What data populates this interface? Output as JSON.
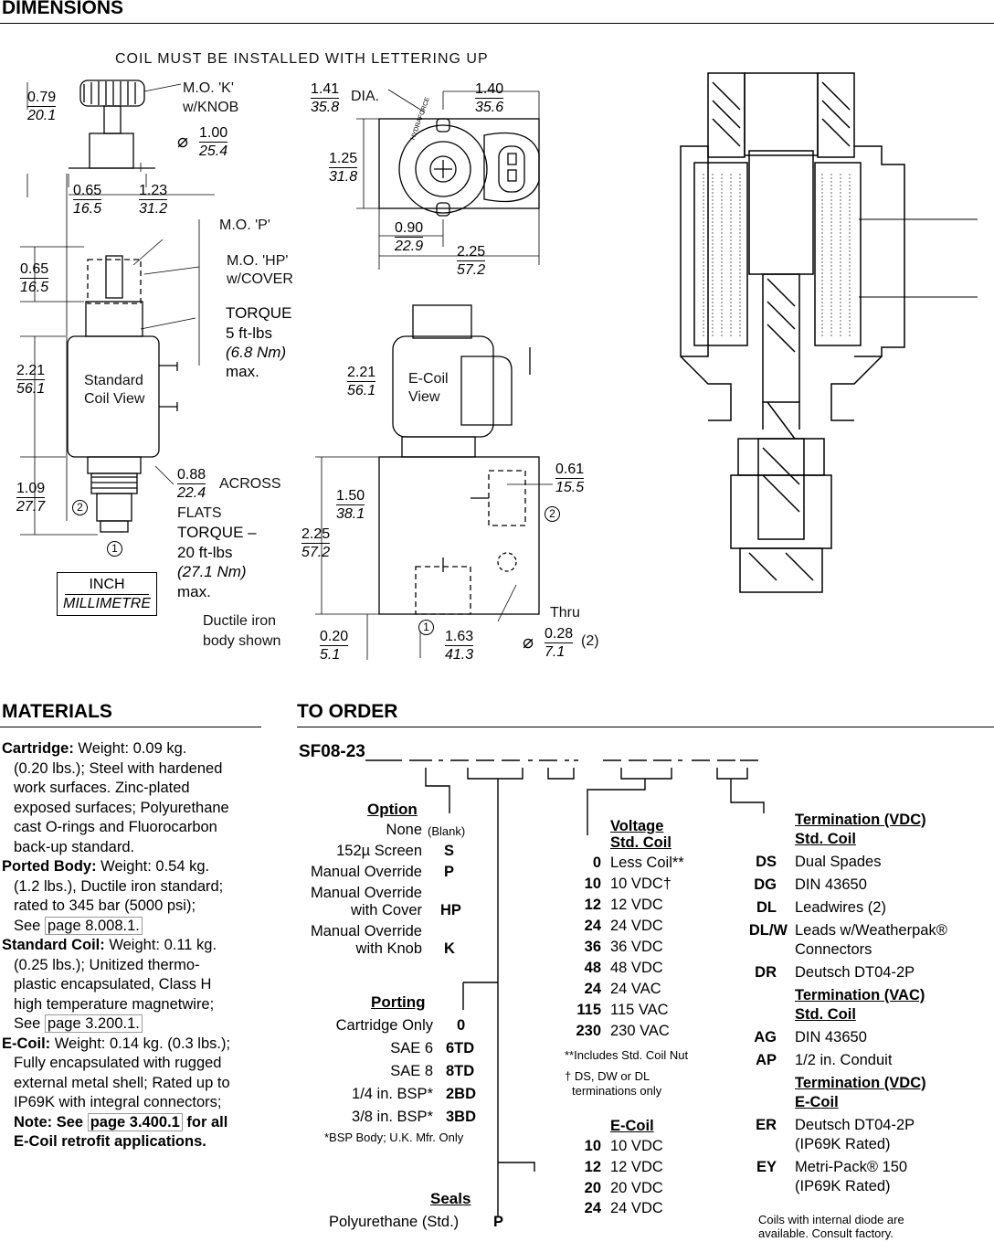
{
  "dimensions": {
    "title": "DIMENSIONS",
    "note": "COIL MUST BE INSTALLED WITH LETTERING UP",
    "d079": [
      "0.79",
      "20.1"
    ],
    "knob": [
      "M.O. 'K'",
      "w/KNOB"
    ],
    "d100": [
      "⌀",
      "1.00",
      "25.4"
    ],
    "d065a": [
      "0.65",
      "16.5"
    ],
    "d123": [
      "1.23",
      "31.2"
    ],
    "mop": "M.O. 'P'",
    "d065b": [
      "0.65",
      "16.5"
    ],
    "mohp": [
      "M.O. 'HP'",
      "w/COVER"
    ],
    "torque1": [
      "TORQUE",
      "5 ft-lbs",
      "(6.8 Nm)",
      "max."
    ],
    "stdcoil": [
      "Standard",
      "Coil View"
    ],
    "d221a": [
      "2.21",
      "56.1"
    ],
    "d088": [
      "0.88",
      "22.4"
    ],
    "across": "ACROSS",
    "flats": "FLATS",
    "torque2": [
      "TORQUE –",
      "20 ft-lbs",
      "(27.1 Nm)",
      "max."
    ],
    "d109": [
      "1.09",
      "27.7"
    ],
    "units": [
      "INCH",
      "MILLIMETRE"
    ],
    "ductile": [
      "Ductile iron",
      "body shown"
    ],
    "d141": [
      "1.41",
      "35.8"
    ],
    "dia": "DIA.",
    "d140": [
      "1.40",
      "35.6"
    ],
    "d125": [
      "1.25",
      "31.8"
    ],
    "d090": [
      "0.90",
      "22.9"
    ],
    "d225a": [
      "2.25",
      "57.2"
    ],
    "ecoil": [
      "E-Coil",
      "View"
    ],
    "d221b": [
      "2.21",
      "56.1"
    ],
    "d150": [
      "1.50",
      "38.1"
    ],
    "d225b": [
      "2.25",
      "57.2"
    ],
    "d061": [
      "0.61",
      "15.5"
    ],
    "thru": "Thru",
    "d028": [
      "0.28",
      "7.1"
    ],
    "d028q": "(2)",
    "d020": [
      "0.20",
      "5.1"
    ],
    "d163": [
      "1.63",
      "41.3"
    ],
    "port1": "1",
    "port2": "2",
    "brand": "HYDRAFORCE"
  },
  "materials": {
    "title": "MATERIALS",
    "lines": [
      {
        "head": "Cartridge:",
        "text": " Weight: 0.09 kg."
      },
      {
        "text": "(0.20 lbs.); Steel with hardened"
      },
      {
        "text": "work surfaces. Zinc-plated"
      },
      {
        "text": "exposed surfaces; Polyurethane"
      },
      {
        "text": "cast O-rings and Fluorocarbon"
      },
      {
        "text": "back-up standard."
      },
      {
        "head": "Ported Body:",
        "text": " Weight: 0.54 kg."
      },
      {
        "text": "(1.2 lbs.), Ductile iron standard;"
      },
      {
        "text": "rated to 345 bar (5000 psi);"
      },
      {
        "text": "See ",
        "link": "page 8.008.1."
      },
      {
        "head": "Standard Coil:",
        "text": " Weight: 0.11 kg."
      },
      {
        "text": "(0.25 lbs.); Unitized thermo-"
      },
      {
        "text": "plastic encapsulated, Class H"
      },
      {
        "text": "high temperature magnetwire;"
      },
      {
        "text": "See ",
        "link": "page 3.200.1."
      },
      {
        "head": "E-Coil:",
        "text": " Weight: 0.14 kg. (0.3 lbs.);"
      },
      {
        "text": "Fully encapsulated with rugged"
      },
      {
        "text": "external metal shell; Rated up to"
      },
      {
        "text": "IP69K with integral connectors;"
      },
      {
        "bold": "Note: See ",
        "link": "page 3.400.1",
        "after": " for all"
      },
      {
        "bold": "E-Coil retrofit applications."
      }
    ]
  },
  "order": {
    "title": "TO ORDER",
    "model": "SF08-23",
    "option": {
      "header": "Option",
      "rows": [
        {
          "label": "None",
          "note": "(Blank)",
          "code": ""
        },
        {
          "label": "152µ Screen",
          "code": "S"
        },
        {
          "label": "Manual Override",
          "code": "P"
        },
        {
          "label": "Manual Override",
          "label2": "with Cover",
          "code": "HP"
        },
        {
          "label": "Manual Override",
          "label2": "with Knob",
          "code": "K"
        }
      ]
    },
    "porting": {
      "header": "Porting",
      "rows": [
        {
          "label": "Cartridge Only",
          "code": "0"
        },
        {
          "label": "SAE 6",
          "code": "6TD"
        },
        {
          "label": "SAE 8",
          "code": "8TD"
        },
        {
          "label": "1/4 in. BSP*",
          "code": "2BD"
        },
        {
          "label": "3/8 in. BSP*",
          "code": "3BD"
        }
      ],
      "note": "*BSP Body; U.K. Mfr. Only"
    },
    "seals": {
      "header": "Seals",
      "label": "Polyurethane (Std.)",
      "code": "P"
    },
    "voltage": {
      "header": "Voltage",
      "header2": "Std. Coil",
      "rows": [
        {
          "code": "0",
          "label": "Less Coil**"
        },
        {
          "code": "10",
          "label": "10 VDC†"
        },
        {
          "code": "12",
          "label": "12 VDC"
        },
        {
          "code": "24",
          "label": "24 VDC"
        },
        {
          "code": "36",
          "label": "36 VDC"
        },
        {
          "code": "48",
          "label": "48 VDC"
        },
        {
          "code": "24",
          "label": "24 VAC"
        },
        {
          "code": "115",
          "label": "115 VAC"
        },
        {
          "code": "230",
          "label": "230 VAC"
        }
      ],
      "note1": "**Includes Std. Coil Nut",
      "note2": "† DS, DW or DL",
      "note3": "terminations only"
    },
    "ecoil": {
      "header": "E-Coil",
      "rows": [
        {
          "code": "10",
          "label": "10 VDC"
        },
        {
          "code": "12",
          "label": "12 VDC"
        },
        {
          "code": "20",
          "label": "20 VDC"
        },
        {
          "code": "24",
          "label": "24 VDC"
        }
      ]
    },
    "term_vdc": {
      "header": "Termination (VDC)",
      "header2": "Std. Coil",
      "rows": [
        {
          "code": "DS",
          "label": "Dual Spades"
        },
        {
          "code": "DG",
          "label": "DIN 43650"
        },
        {
          "code": "DL",
          "label": "Leadwires (2)"
        },
        {
          "code": "DL/W",
          "label": "Leads w/Weatherpak®",
          "label2": "Connectors"
        },
        {
          "code": "DR",
          "label": "Deutsch DT04-2P"
        }
      ]
    },
    "term_vac": {
      "header": "Termination (VAC)",
      "header2": "Std. Coil",
      "rows": [
        {
          "code": "AG",
          "label": "DIN 43650"
        },
        {
          "code": "AP",
          "label": "1/2 in. Conduit"
        }
      ]
    },
    "term_ecoil": {
      "header": "Termination (VDC)",
      "header2": "E-Coil",
      "rows": [
        {
          "code": "ER",
          "label": "Deutsch DT04-2P",
          "label2": "(IP69K Rated)"
        },
        {
          "code": "EY",
          "label": "Metri-Pack® 150",
          "label2": "(IP69K Rated)"
        }
      ]
    },
    "diode_note": [
      "Coils with internal diode are",
      "available. Consult factory."
    ]
  }
}
